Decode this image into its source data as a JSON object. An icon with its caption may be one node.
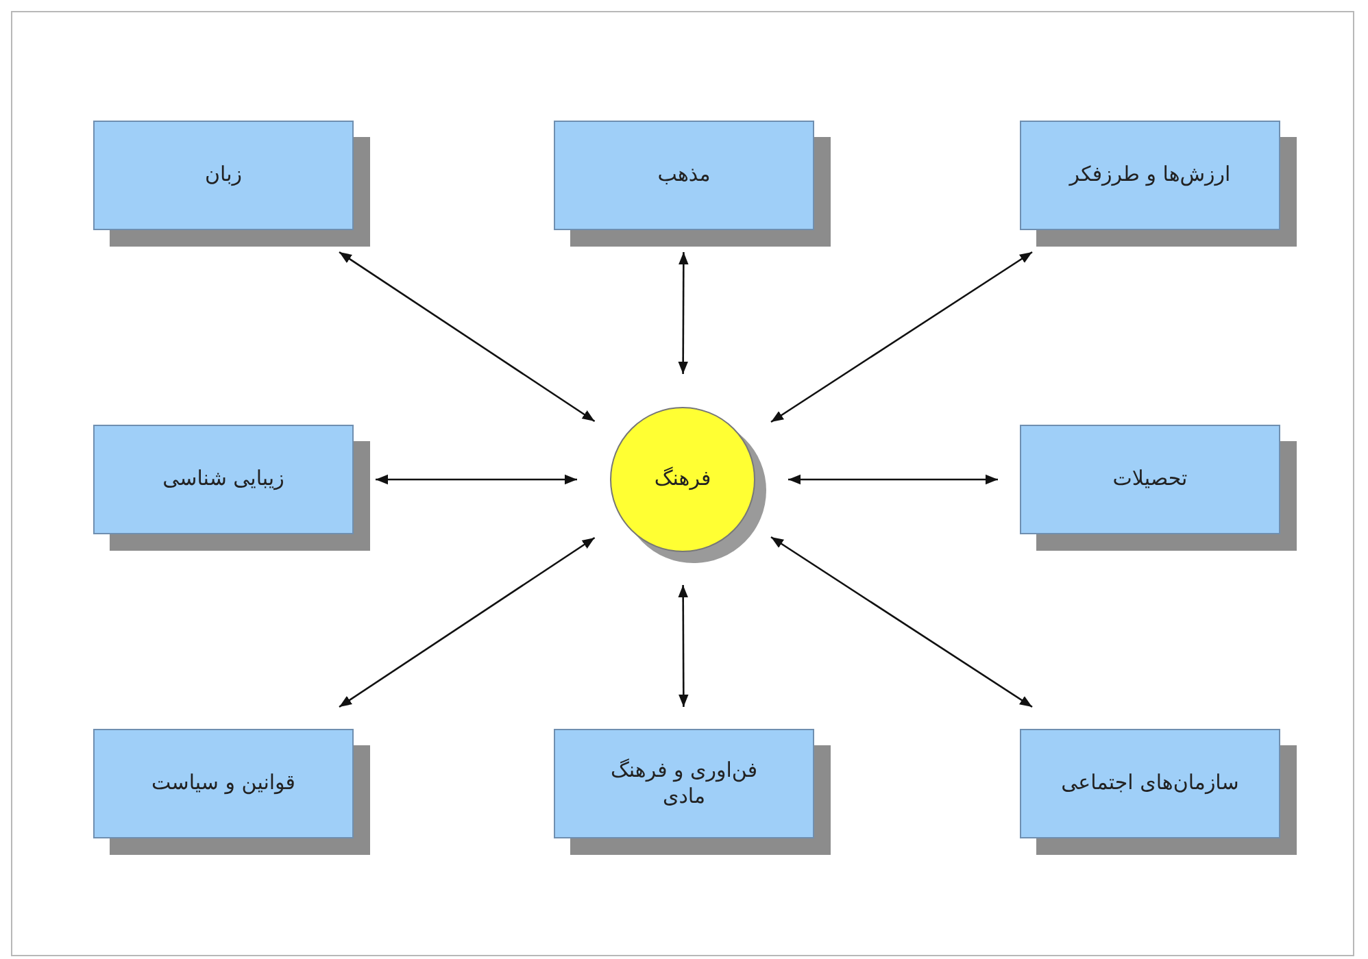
{
  "diagram": {
    "nodes": [
      {
        "text": [
          "زبان"
        ]
      },
      {
        "text": [
          "مذهب"
        ]
      },
      {
        "text": [
          "ارزش‌ها و طرزفکر"
        ]
      },
      {
        "text": [
          "زیبایی شناسی"
        ]
      },
      {
        "text": [
          "فرهنگ"
        ]
      },
      {
        "text": [
          "تحصیلات"
        ]
      },
      {
        "text": [
          "قوانین و سیاست"
        ]
      },
      {
        "text": [
          "فن‌اوری و فرهنگ مادی"
        ]
      },
      {
        "text": [
          "سازمان‌های اجتماعی"
        ]
      }
    ],
    "edges": [
      {
        "from": 4,
        "to": 0,
        "arrow": "both"
      },
      {
        "from": 4,
        "to": 1,
        "arrow": "both"
      },
      {
        "from": 4,
        "to": 2,
        "arrow": "both"
      },
      {
        "from": 4,
        "to": 3,
        "arrow": "both"
      },
      {
        "from": 4,
        "to": 5,
        "arrow": "both"
      },
      {
        "from": 4,
        "to": 6,
        "arrow": "both"
      },
      {
        "from": 4,
        "to": 7,
        "arrow": "both"
      },
      {
        "from": 4,
        "to": 8,
        "arrow": "both"
      }
    ]
  }
}
